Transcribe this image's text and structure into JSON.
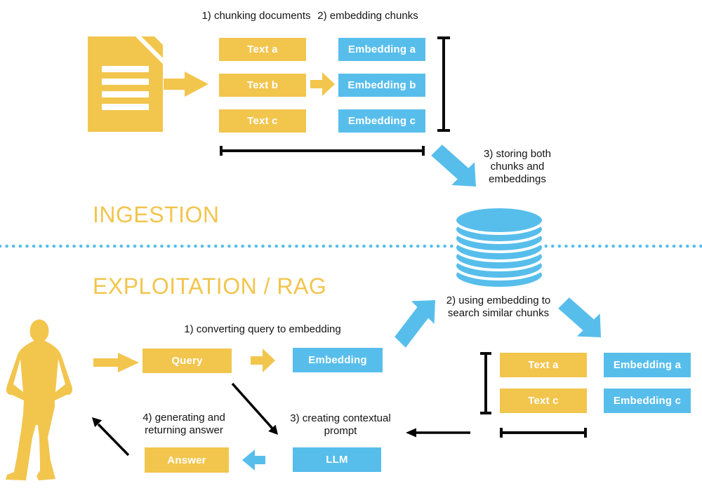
{
  "colors": {
    "yellow": "#F2C54D",
    "blue": "#57BEEC",
    "label_text": "#141414",
    "arrow_black": "#000000"
  },
  "ingestion": {
    "title": "INGESTION",
    "step1_label": "1) chunking documents",
    "step2_label": "2) embedding chunks",
    "step3_label": "3) storing both\nchunks and\nembeddings",
    "chunks": [
      "Text a",
      "Text b",
      "Text c"
    ],
    "embeddings": [
      "Embedding a",
      "Embedding b",
      "Embedding c"
    ]
  },
  "exploitation": {
    "title": "EXPLOITATION / RAG",
    "step1_label": "1) converting query to embedding",
    "step2_label": "2) using embedding to\nsearch similar chunks",
    "step3_label": "3) creating contextual\nprompt",
    "step4_label": "4) generating and\nreturning answer",
    "query_label": "Query",
    "embedding_label": "Embedding",
    "llm_label": "LLM",
    "answer_label": "Answer",
    "retrieved_chunks": [
      "Text a",
      "Text c"
    ],
    "retrieved_embeddings": [
      "Embedding a",
      "Embedding c"
    ]
  },
  "icons": {
    "document": "document-icon",
    "database": "database-icon",
    "user": "user-icon",
    "arrows": [
      "right-arrow",
      "down-right-arrow",
      "up-right-arrow",
      "left-arrow"
    ]
  }
}
